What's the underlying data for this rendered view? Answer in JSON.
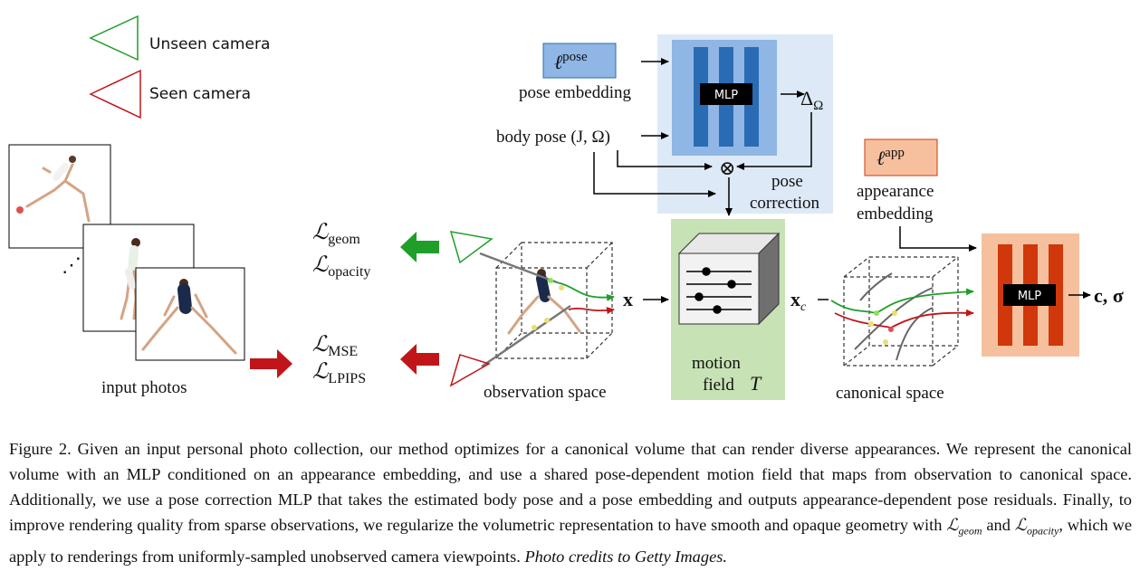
{
  "legend": {
    "unseen_camera": "Unseen camera",
    "seen_camera": "Seen camera"
  },
  "labels": {
    "input_photos": "input photos",
    "observation_space": "observation space",
    "canonical_space": "canonical space",
    "pose_embedding": "pose embedding",
    "body_pose": "body pose (J, Ω)",
    "pose_correction_1": "pose",
    "pose_correction_2": "correction",
    "appearance_embedding_1": "appearance",
    "appearance_embedding_2": "embedding",
    "motion_field_1": "motion",
    "motion_field_2": "field",
    "motion_field_symbol": "T",
    "mlp_pose": "MLP",
    "mlp_app": "MLP",
    "pose_embed_symbol": "ℓ",
    "pose_embed_sup": "pose",
    "app_embed_symbol": "ℓ",
    "app_embed_sup": "app",
    "delta": "Δ",
    "delta_sub": "Ω",
    "x": "x",
    "xc": "x",
    "xc_sub": "c",
    "output": "c, σ",
    "otimes": "⊗",
    "ellipsis": "⋰"
  },
  "losses": {
    "geom": "geom",
    "opacity": "opacity",
    "mse": "MSE",
    "lpips": "LPIPS",
    "symbol": "ℒ"
  },
  "caption": {
    "prefix": "Figure 2.  Given an input personal photo collection, our method optimizes for a canonical volume that can render diverse appearances. We represent the canonical volume with an MLP conditioned on an appearance embedding, and use a shared pose-dependent motion field that maps from observation to canonical space.  Additionally, we use a pose correction MLP that takes the estimated body pose and a pose embedding and outputs appearance-dependent pose residuals.  Finally, to improve rendering quality from sparse observations, we regularize the volumetric representation to have smooth and opaque geometry with ",
    "loss_symbol": "ℒ",
    "geom": "geom",
    "and": " and ",
    "opacity": "opacity",
    "suffix": ", which we apply to renderings from uniformly-sampled unobserved camera viewpoints. ",
    "credits": "Photo credits to Getty Images."
  },
  "colors": {
    "green": "#1f9e2a",
    "red": "#c0161a",
    "light_blue": "#dde9f6",
    "mid_blue": "#8fb6e4",
    "dark_blue": "#2a6cb3",
    "green_box": "#c7e2b4",
    "peach": "#f6c09e",
    "orange_bar": "#d0370a"
  }
}
